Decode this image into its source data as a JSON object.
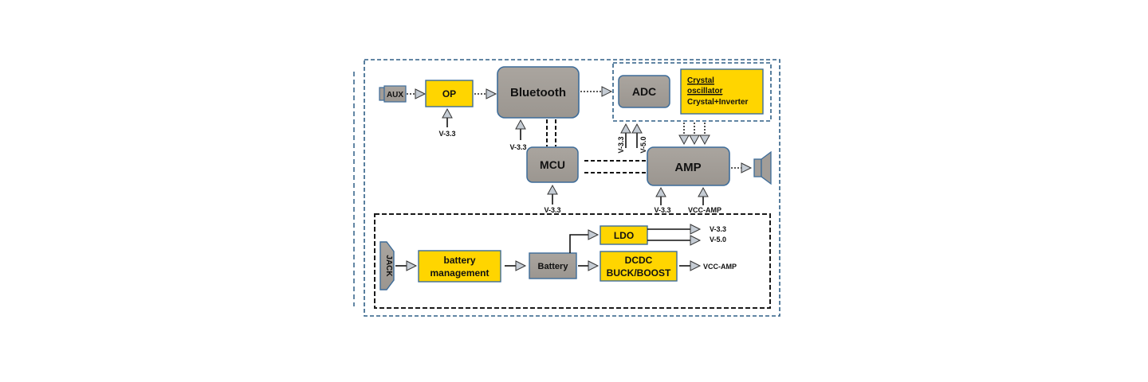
{
  "diagram": {
    "type": "block-diagram",
    "title": "",
    "colors": {
      "gray_block": "#a29d98",
      "yellow_block": "#ffd500",
      "block_border": "#3d6c99",
      "outer_border": "#2f5f86",
      "inner_border": "#1a1a1a",
      "arrow_fill": "#c5ccd4"
    },
    "blocks": {
      "aux": "AUX",
      "op": "OP",
      "bluetooth": "Bluetooth",
      "adc": "ADC",
      "crystal_line1": "Crystal",
      "crystal_line2": "oscillator",
      "crystal_line3": "Crystal+Inverter",
      "mcu": "MCU",
      "amp": "AMP",
      "jack": "JACK",
      "battery_mgmt_line1": "battery",
      "battery_mgmt_line2": "management",
      "battery": "Battery",
      "ldo": "LDO",
      "dcdc_line1": "DCDC",
      "dcdc_line2": "BUCK/BOOST"
    },
    "power_labels": {
      "op_supply": "V-3.3",
      "bt_supply": "V-3.3",
      "mcu_supply": "V-3.3",
      "adc_supply_1": "V-3.3",
      "adc_supply_2": "V-5.0",
      "amp_supply_1": "V-3.3",
      "amp_supply_2": "VCC-AMP",
      "ldo_out_1": "V-3.3",
      "ldo_out_2": "V-5.0",
      "dcdc_out": "VCC-AMP"
    },
    "connections": [
      {
        "from": "AUX",
        "to": "OP",
        "style": "dotted"
      },
      {
        "from": "OP",
        "to": "Bluetooth",
        "style": "dotted"
      },
      {
        "from": "Bluetooth",
        "to": "ADC",
        "style": "dotted"
      },
      {
        "from": "Bluetooth",
        "to": "MCU",
        "style": "dashed-double"
      },
      {
        "from": "MCU",
        "to": "AMP",
        "style": "dashed-double"
      },
      {
        "from": "ADC/Crystal group",
        "to": "AMP",
        "style": "dotted-triple"
      },
      {
        "from": "AMP",
        "to": "Speaker",
        "style": "dotted"
      },
      {
        "from": "JACK",
        "to": "battery management",
        "style": "solid"
      },
      {
        "from": "battery management",
        "to": "Battery",
        "style": "solid"
      },
      {
        "from": "Battery",
        "to": "LDO",
        "style": "solid"
      },
      {
        "from": "Battery",
        "to": "DCDC BUCK/BOOST",
        "style": "solid"
      },
      {
        "from": "LDO",
        "to": "V-3.3",
        "style": "solid"
      },
      {
        "from": "LDO",
        "to": "V-5.0",
        "style": "solid"
      },
      {
        "from": "DCDC BUCK/BOOST",
        "to": "VCC-AMP",
        "style": "solid"
      }
    ]
  }
}
